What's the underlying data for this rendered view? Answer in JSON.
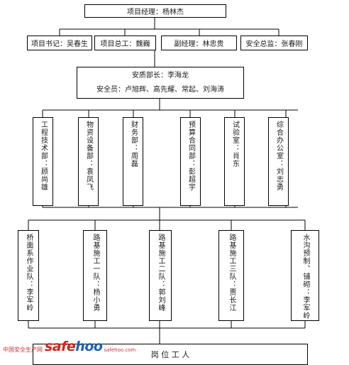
{
  "project_manager": "项目经理：杨林杰",
  "level2": [
    "项目书记：吴春生",
    "项目总工：魏巍",
    "副经理：林忠贵",
    "安全总监：张春刚"
  ],
  "quality": {
    "line1": "安质部长：李海龙",
    "line2": "安全员：卢旭辉、高先耀、常起、刘海涛"
  },
  "departments": [
    "工程技术部：顾尚雄",
    "物资设备部：袁凤飞",
    "财务部：周磊",
    "预算合同部：彭超宇",
    "试验室：肖东",
    "综合办公室：刘志勇"
  ],
  "teams": [
    "桥面系作业队：李军岭",
    "路基施工一队：杨小勇",
    "路基施工二队：郭刘峰",
    "路基施工三队：贾长江",
    "水沟预制、铺砌：李军岭"
  ],
  "bottom": "岗 位 工 人",
  "watermark": {
    "small": "中国安全生产网",
    "logo_a": "safe",
    "logo_b": "hoo",
    "url": "safehoo.com"
  }
}
